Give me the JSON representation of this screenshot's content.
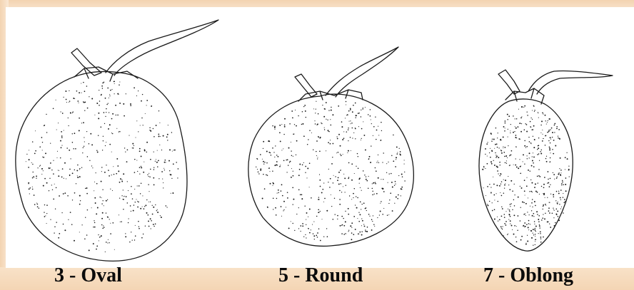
{
  "figure": {
    "fruits": [
      {
        "label": "3 - Oval"
      },
      {
        "label": "5 - Round"
      },
      {
        "label": "7 - Oblong"
      }
    ]
  },
  "colors": {
    "background": "#f6dcbf",
    "panel": "#ffffff",
    "ink": "#1a1a1a"
  }
}
